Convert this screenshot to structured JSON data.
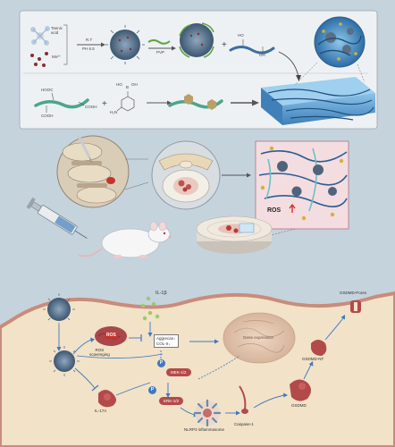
{
  "synthesis": {
    "tannic_acid_label": "Tannic\nacid",
    "mn_label": "Mn²⁺",
    "condition_top": "R.T",
    "condition_bottom": "PH 6.5",
    "pvp_label": "PVP",
    "ho_label": "HO",
    "oh_label": "OH",
    "hooc_label": "HOOC",
    "cooh_label_right": "COOH",
    "cooh_label_bottom": "COOH",
    "boronic_b": "B",
    "boronic_oh": "OH",
    "boronic_ho": "HO",
    "boronic_h2n": "H₂N"
  },
  "disc": {
    "ros_label": "ROS"
  },
  "cell": {
    "il1b": "IL-1β",
    "ros": "ROS",
    "ros_scavenging": "ROS\nscavenging",
    "aggrecan": "Aggrecan↓\nCOL-II↓",
    "gene_expression": "Gene expression",
    "p_badge_1": "P",
    "p_badge_2": "P",
    "mek": "MEK-1/2",
    "erk": "ERK-1/2",
    "il17a": "IL-17A",
    "nlrp3": "NLRP3 inflammasome",
    "caspase": "Caspase-1",
    "gsdmd": "GSDMD",
    "gsdmd_nt": "GSDMD-NT",
    "gsdmd_pores": "GSDMD-Pores"
  },
  "colors": {
    "background": "#c5d3dd",
    "panel": "#eef1f3",
    "cytoplasm": "#f1e2c8",
    "membrane": "#c98c7b",
    "hydrogel": "#5fa4d8",
    "red_accent": "#c8322a"
  }
}
